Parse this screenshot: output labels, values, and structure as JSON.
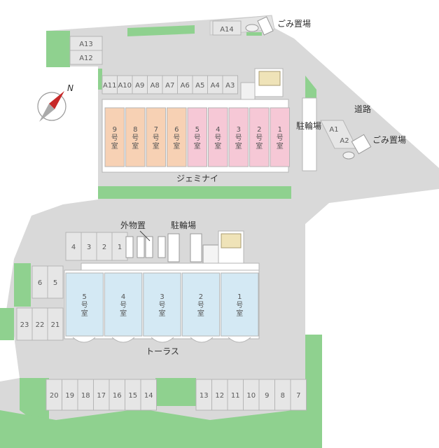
{
  "colors": {
    "ground": "#d9d9d9",
    "lot": "#e6e6e6",
    "green": "#8fd18f",
    "gemini_room_a": "#f7d1b4",
    "gemini_room_b": "#f6c8d6",
    "taurus_room": "#d4e9f4",
    "line": "#b5b5b5"
  },
  "compass": {
    "letter": "N"
  },
  "labels": {
    "gemini": "ジェミナイ",
    "taurus": "トーラス",
    "trash_top": "ごみ置場",
    "trash_right": "ごみ置場",
    "road": "道路",
    "bike_right": "駐輪場",
    "bike_center": "駐輪場",
    "storage": "外物置"
  },
  "gemini_parking": {
    "left_stack": [
      "A13",
      "A12"
    ],
    "top_row": [
      "A11",
      "A10",
      "A9",
      "A8",
      "A7",
      "A6",
      "A5",
      "A4",
      "A3"
    ],
    "top_right": "A14",
    "right_pair": [
      "A1",
      "A2"
    ]
  },
  "gemini_rooms": [
    "9号室",
    "8号室",
    "7号室",
    "6号室",
    "5号室",
    "4号室",
    "3号室",
    "2号室",
    "1号室"
  ],
  "taurus_rooms": [
    "5号室",
    "4号室",
    "3号室",
    "2号室",
    "1号室"
  ],
  "taurus_parking": {
    "top_row": [
      "4",
      "3",
      "2",
      "1"
    ],
    "left_pair": [
      "6",
      "5"
    ],
    "left_row": [
      "23",
      "22",
      "21"
    ],
    "bottom_left": [
      "20",
      "19",
      "18",
      "17",
      "16",
      "15",
      "14"
    ],
    "bottom_right": [
      "13",
      "12",
      "11",
      "10",
      "9",
      "8",
      "7"
    ]
  }
}
